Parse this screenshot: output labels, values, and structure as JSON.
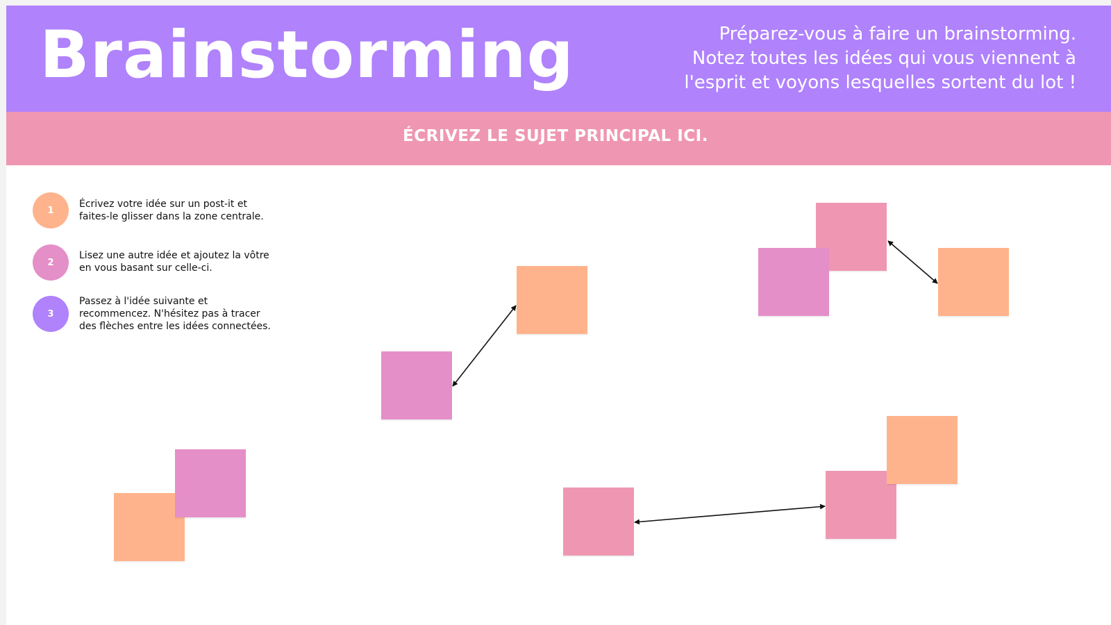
{
  "header": {
    "title": "Brainstorming",
    "subtitle_lines": [
      "Préparez-vous à faire un brainstorming.",
      "Notez toutes les idées qui vous viennent à",
      "l'esprit et voyons lesquelles sortent du lot !"
    ]
  },
  "topic": {
    "label": "ÉCRIVEZ LE SUJET PRINCIPAL ICI."
  },
  "steps": [
    {
      "number": "1",
      "color": "#ffb38c",
      "lines": [
        "Écrivez votre idée sur un post-it et",
        "faites-le glisser dans la zone centrale."
      ]
    },
    {
      "number": "2",
      "color": "#e58fc8",
      "lines": [
        "Lisez une autre idée et ajoutez la vôtre",
        "en vous basant sur celle-ci."
      ]
    },
    {
      "number": "3",
      "color": "#b082fc",
      "lines": [
        "Passez à l'idée suivante et",
        "recommencez. N'hésitez pas à tracer",
        "des flèches entre les idées connectées."
      ]
    }
  ],
  "colors": {
    "header_bg": "#b082fc",
    "topic_bg": "#ef97b2",
    "note_orange": "#ffb38c",
    "note_pink": "#ef97b2",
    "note_magenta": "#e58fc8",
    "arrow": "#111111"
  }
}
